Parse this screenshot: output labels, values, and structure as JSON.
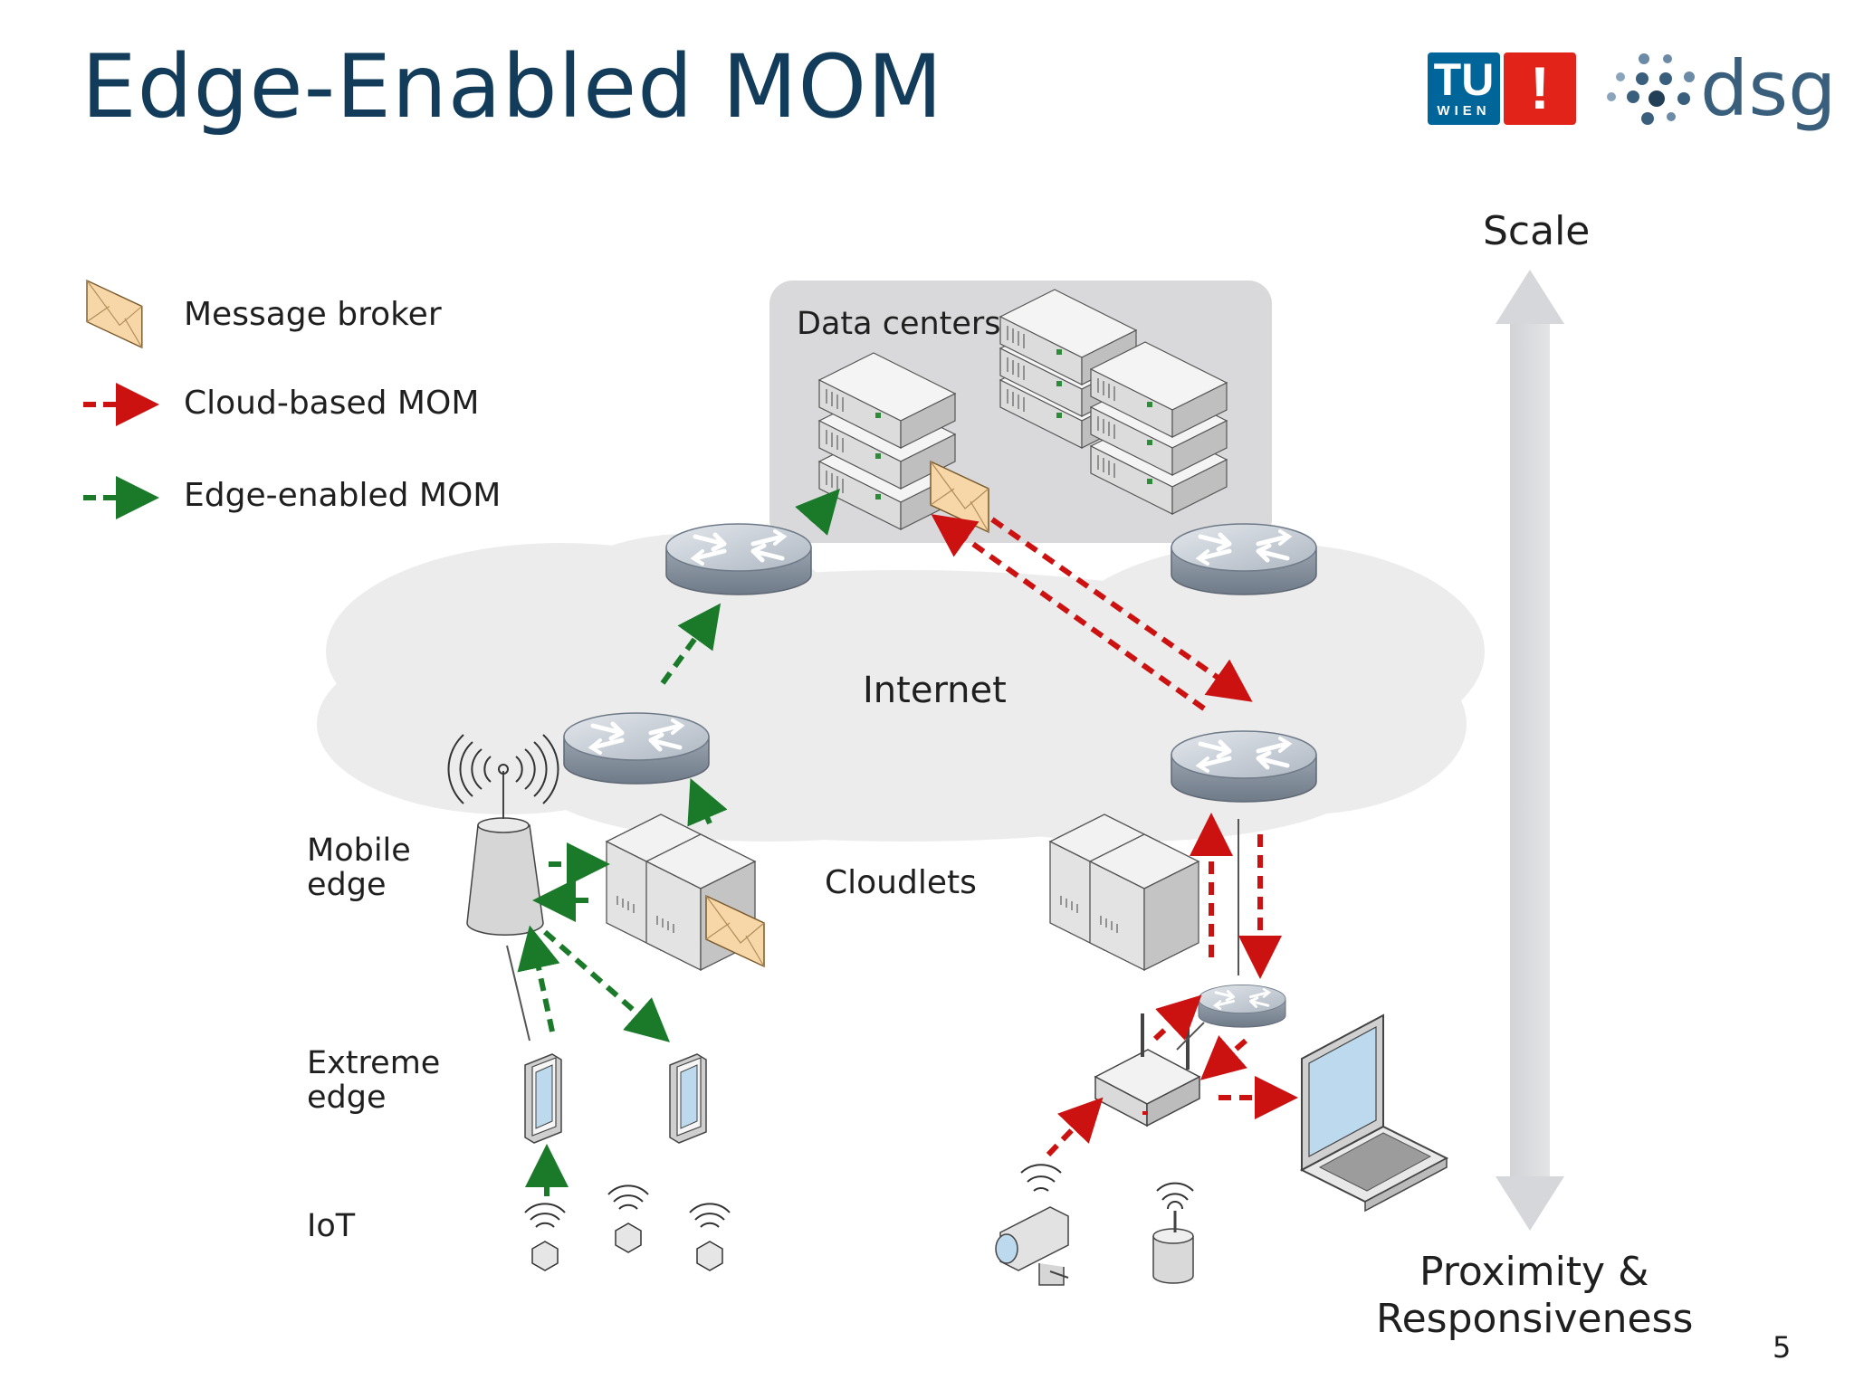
{
  "slide": {
    "title": "Edge-Enabled MOM",
    "page_number": "5"
  },
  "logos": {
    "tu_wien": {
      "letters": "TU",
      "sub": "WIEN",
      "mark": "!",
      "color_blue": "#006699",
      "color_red": "#e2231a"
    },
    "dsg": {
      "text": "dsg",
      "color": "#3a5f7d"
    }
  },
  "legend": {
    "items": [
      {
        "icon": "envelope-icon",
        "label": "Message broker"
      },
      {
        "icon": "red-dashed-arrow-icon",
        "label": "Cloud-based MOM",
        "color": "#cc1111"
      },
      {
        "icon": "green-dashed-arrow-icon",
        "label": "Edge-enabled MOM",
        "color": "#1a7a2a"
      }
    ]
  },
  "diagram": {
    "labels": {
      "data_centers": "Data centers",
      "internet": "Internet",
      "cloudlets": "Cloudlets",
      "mobile_edge_line1": "Mobile",
      "mobile_edge_line2": "edge",
      "extreme_edge_line1": "Extreme",
      "extreme_edge_line2": "edge",
      "iot": "IoT"
    },
    "scale_axis": {
      "top_label": "Scale",
      "bottom_label_line1": "Proximity &",
      "bottom_label_line2": "Responsiveness"
    },
    "colors": {
      "cloud": "#ececec",
      "datacenter_panel": "#d9d9db",
      "router_top": "#c8ced6",
      "arrow_red": "#cc1111",
      "arrow_green": "#1a7a2a",
      "envelope": "#f7d7a8",
      "axis": "#d9d9db"
    }
  }
}
